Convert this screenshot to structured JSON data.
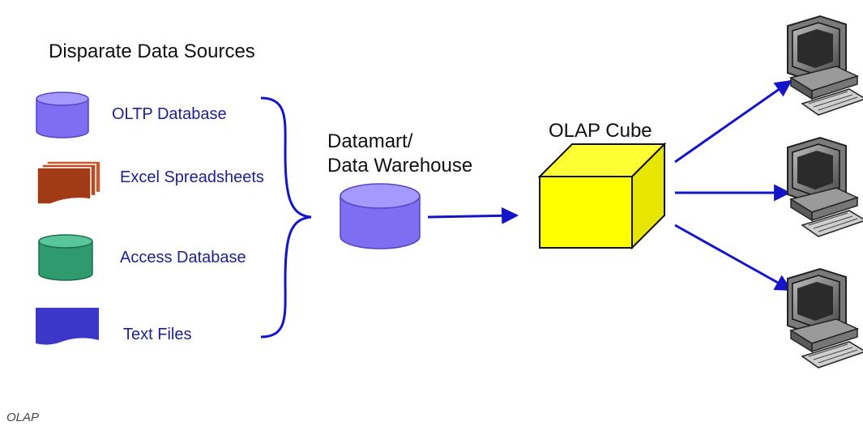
{
  "heading": "Disparate Data Sources",
  "sources": [
    {
      "label": "OLTP Database",
      "icon": "cylinder-icon",
      "color": "#7f6df2"
    },
    {
      "label": "Excel Spreadsheets",
      "icon": "stacked-sheets-icon",
      "color": "#a13b16"
    },
    {
      "label": "Access Database",
      "icon": "cylinder-icon",
      "color": "#2f9a6e"
    },
    {
      "label": "Text Files",
      "icon": "document-icon",
      "color": "#3a37c9"
    }
  ],
  "warehouse": {
    "line1": "Datamart/",
    "line2": "Data Warehouse",
    "color": "#7f6df2"
  },
  "cube": {
    "label": "OLAP Cube",
    "color": "#ffff00"
  },
  "clients": [
    {
      "icon": "computer-icon"
    },
    {
      "icon": "computer-icon"
    },
    {
      "icon": "computer-icon"
    }
  ],
  "arrow_color": "#1414c8",
  "caption": "OLAP"
}
